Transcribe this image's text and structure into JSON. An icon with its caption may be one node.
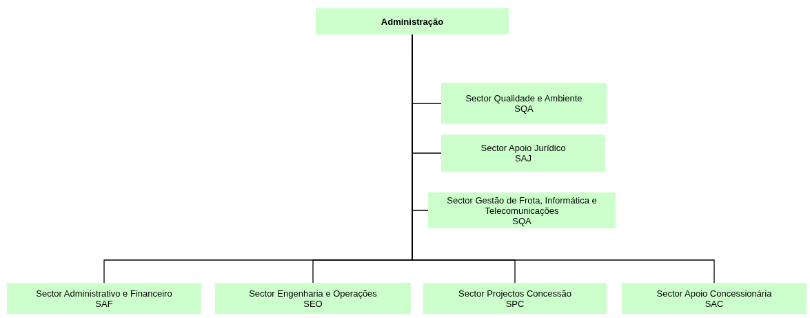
{
  "diagram": {
    "nodes": [
      {
        "text": [
          "Administração"
        ]
      },
      {
        "text": [
          "Sector Qualidade e Ambiente",
          "SQA"
        ]
      },
      {
        "text": [
          "Sector Apoio Jurídico",
          "SAJ"
        ]
      },
      {
        "text": [
          "Sector Gestão de Frota, Informática e Telecomunicações",
          "SQA"
        ]
      },
      {
        "text": [
          "Sector Administrativo e Financeiro",
          "SAF"
        ]
      },
      {
        "text": [
          "Sector Engenharia e Operações",
          "SEO"
        ]
      },
      {
        "text": [
          "Sector Projectos Concessão",
          "SPC"
        ]
      },
      {
        "text": [
          "Sector Apoio Concessionária",
          "SAC"
        ]
      }
    ],
    "edges": [
      {
        "from": 0,
        "to": 1,
        "arrow": "none"
      },
      {
        "from": 0,
        "to": 2,
        "arrow": "none"
      },
      {
        "from": 0,
        "to": 3,
        "arrow": "none"
      },
      {
        "from": 0,
        "to": 4,
        "arrow": "none"
      },
      {
        "from": 0,
        "to": 5,
        "arrow": "none"
      },
      {
        "from": 0,
        "to": 6,
        "arrow": "none"
      },
      {
        "from": 0,
        "to": 7,
        "arrow": "none"
      }
    ]
  }
}
